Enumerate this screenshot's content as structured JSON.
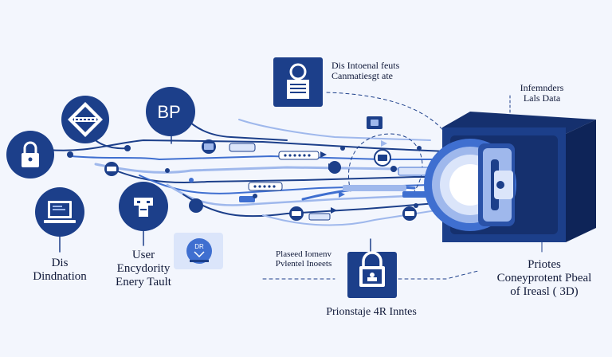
{
  "colors": {
    "navy": "#1c3f8a",
    "navy_dark": "#15306e",
    "mid_blue": "#3f6fd0",
    "light_blue": "#9fb8ec",
    "pale_blue": "#dbe5fa",
    "background": "#f3f6fd",
    "text": "#111a3a"
  },
  "icons": {
    "lock": "lock-icon",
    "diamond_tag": "diamond-tag-icon",
    "bp": "bp-icon",
    "laptop": "laptop-icon",
    "usb_stick": "usb-stick-icon",
    "document_frame": "document-frame-icon",
    "padlock_square": "padlock-square-icon",
    "vault": "vault-icon",
    "small_badge": "small-data-badge-icon"
  },
  "badges": {
    "diamond_tag_text": "",
    "bp_text": "BP",
    "small_badge_text": "DR"
  },
  "labels": {
    "top_center": {
      "line1": "Dis Intoenal feuts",
      "line2": "Canmatiesgt ate"
    },
    "top_right": {
      "line1": "Infemnders",
      "line2": "Lals Data"
    },
    "left_bottom": {
      "line1": "Dis",
      "line2": "Dindnation"
    },
    "center_left": {
      "line1": "User",
      "line2": "Encydority",
      "line3": "Enery Tault"
    },
    "center": {
      "line1": "Plaseed Iomenv",
      "line2": "Pvlentel Inoeets"
    },
    "bottom_center": {
      "line1": "Prionstaje 4R Inntes"
    },
    "right_bottom": {
      "line1": "Priotes",
      "line2": "Coneyprotent Pbeal",
      "line3": "of Ireasl ( 3D)"
    }
  }
}
